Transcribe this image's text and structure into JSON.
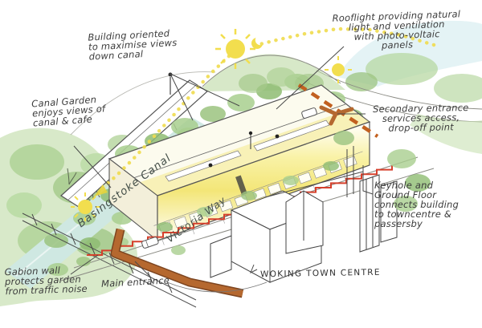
{
  "annotations": {
    "building_orientation": "Building oriented\nto maximise views\ndown canal",
    "rooflight": "Rooflight providing natural\nlight and ventilation\nwith photo-voltaic\npanels",
    "canal_garden": "Canal Garden\nenjoys views of\ncanal & cafe",
    "secondary_entrance": "Secondary entrance\nservices access,\ndrop-off point",
    "keyhole": "Keyhole and\nGround Floor\nconnects building\nto towncentre &\npassersby",
    "gabion_wall": "Gabion wall\nprotects garden\nfrom traffic noise",
    "main_entrance": "Main entrance"
  },
  "labels": {
    "town_centre": "WOKING TOWN CENTRE",
    "canal": "Basingstoke Canal",
    "road": "Victoria Way"
  },
  "colors": {
    "ink": "#3c3c3c",
    "foliage": "#a9cf8f",
    "foliage_dark": "#8fbd73",
    "canal_water": "#cfe8e2",
    "sun_yellow": "#f2de4e",
    "glow_yellow": "#f3e678",
    "stair_red": "#d6402c",
    "ramp_orange": "#b5682f",
    "route_orange": "#c2601f"
  }
}
